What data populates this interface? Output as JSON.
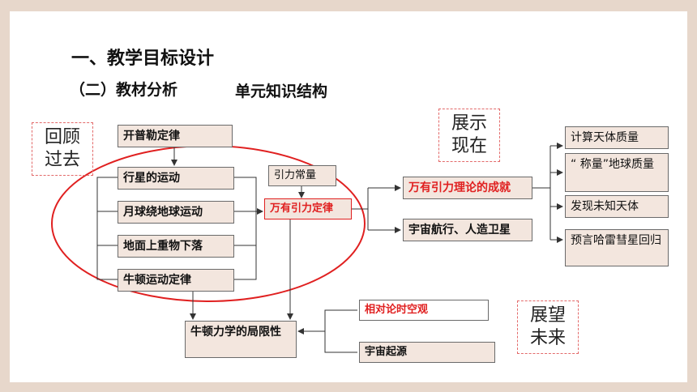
{
  "heading": "一、教学目标设计",
  "subheading": "（二）教材分析",
  "structure_title": "单元知识结构",
  "side_labels": {
    "review": "回顾\n过去",
    "present": "展示\n现在",
    "future": "展望\n未来"
  },
  "left_boxes": {
    "kepler": "开普勒定律",
    "planet_motion": "行星的运动",
    "moon_motion": "月球绕地球运动",
    "falling": "地面上重物下落",
    "newton_law": "牛顿运动定律"
  },
  "center": {
    "g_constant": "引力常量",
    "gravitation": "万有引力定律"
  },
  "middle_boxes": {
    "achievement": "万有引力理论的成就",
    "spaceflight": "宇宙航行、人造卫星"
  },
  "right_boxes": {
    "mass": "计算天体质量",
    "weigh_earth": "“ 称量”地球质量",
    "unknown_body": "发现未知天体",
    "halley": "预言哈雷彗星回归"
  },
  "bottom": {
    "limitation": "牛顿力学的局限性",
    "relativity": "相对论时空观",
    "universe_origin": "宇宙起源"
  },
  "colors": {
    "background": "#e7d7cb",
    "box_fill": "#f3e6de",
    "highlight": "#e02020",
    "dash_border": "#e36a6a"
  }
}
